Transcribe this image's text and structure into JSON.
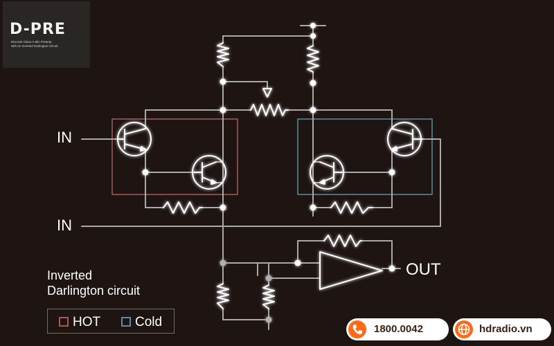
{
  "logo": {
    "title": "D-PRE",
    "subtitle_lines": [
      "Discrete Class-A Mic Preamp",
      "with an Inverted Darlington Circuit"
    ]
  },
  "circuit": {
    "input_hot_label": "IN",
    "input_cold_label": "IN",
    "output_label": "OUT",
    "caption_lines": [
      "Inverted",
      "Darlington circuit"
    ]
  },
  "legend": {
    "hot_label": "HOT",
    "cold_label": "Cold",
    "hot_color": "#a85a5a",
    "cold_color": "#5a8ea0"
  },
  "contact": {
    "phone_icon": "phone-icon",
    "phone": "1800.0042",
    "web_icon": "globe-icon",
    "website": "hdradio.vn",
    "accent_color": "#ff6a1a"
  }
}
